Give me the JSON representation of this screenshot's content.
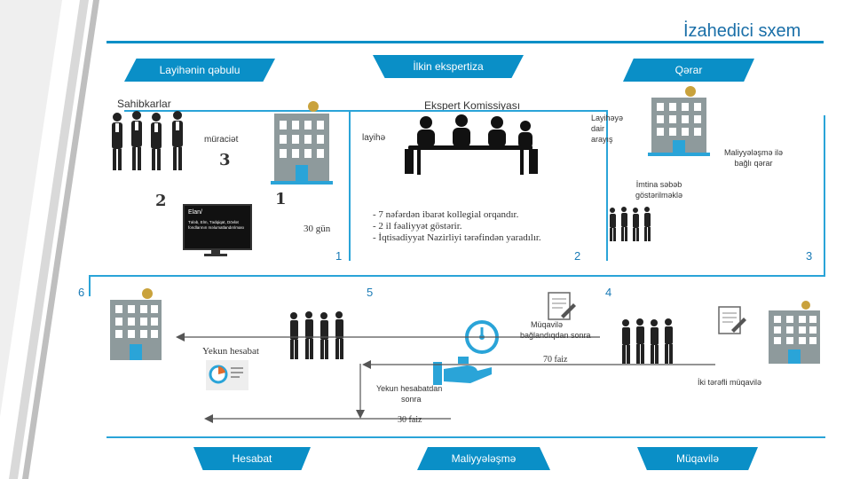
{
  "title": "İzahedici sxem",
  "banners": {
    "acceptance": "Layihənin qəbulu",
    "initial_expertise": "İlkin ekspertiza",
    "decision": "Qərar"
  },
  "labels": {
    "owners": "Sahibkarlar",
    "expert_commission": "Ekspert Komissiyası",
    "application": "müraciət",
    "project": "layihə",
    "project_inquiry": [
      "Layihəyə",
      "dair",
      "arayış"
    ],
    "funding_decision": [
      "Maliyyələşmə ilə",
      "bağlı qərar"
    ],
    "rejection_reason": [
      "İmtina səbəb",
      "göstərilməklə"
    ],
    "thirty_days": "30 gün",
    "contract_after": [
      "Müqavilə",
      "bağlandıqdan sonra"
    ],
    "final_report": "Yekun hesabat",
    "seventy_percent": "70 faiz",
    "after_final_report": [
      "Yekun hesabatdan",
      "sonra"
    ],
    "thirty_percent": "30 faiz",
    "bilateral_contract": "İki tərəfli müqavilə"
  },
  "monitor": {
    "title": "Elan/",
    "body": "Tələb, Elm, Tədqiqat, Dövlət fondlarının məlumatlandırılması"
  },
  "bullets": [
    "-  7 nəfərdən ibarət kollegial orqandır.",
    "-  2 il fəaliyyət göstərir.",
    "-  İqtisadiyyat Nazirliyi tərəfindən yaradılır."
  ],
  "step_numbers": {
    "n1": "1",
    "n2": "2",
    "n3": "3",
    "n4": "4",
    "n5": "5",
    "n6": "6",
    "big1": "1",
    "big2": "2",
    "big3": "3"
  },
  "bottom_banners": {
    "report": "Hesabat",
    "funding": "Maliyyələşmə",
    "contract": "Müqavilə"
  },
  "colors": {
    "accent": "#0a8fc7",
    "line": "#2aa4d8",
    "building": "#7f8c8d"
  }
}
